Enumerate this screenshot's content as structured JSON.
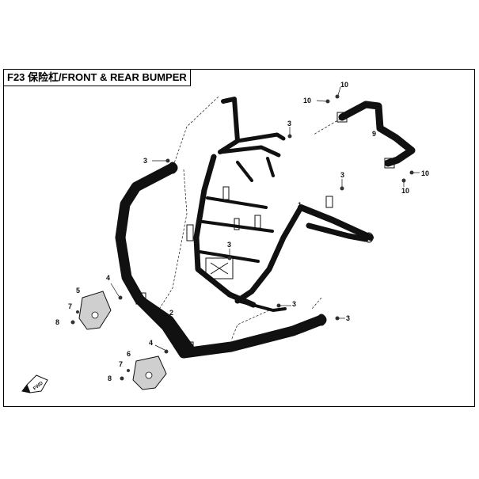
{
  "title": "F23 保险杠/FRONT & REAR BUMPER",
  "fwd_label": "FWD",
  "callouts": {
    "c1": "1",
    "c2": "2",
    "c3a": "3",
    "c3b": "3",
    "c3c": "3",
    "c3d": "3",
    "c3e": "3",
    "c3f": "3",
    "c4a": "4",
    "c4b": "4",
    "c5": "5",
    "c6": "6",
    "c7a": "7",
    "c7b": "7",
    "c8a": "8",
    "c8b": "8",
    "c9": "9",
    "c10a": "10",
    "c10b": "10",
    "c10c": "10",
    "c10d": "10"
  },
  "colors": {
    "line": "#111111",
    "background": "#ffffff",
    "part_fill": "#cfcfcf"
  }
}
